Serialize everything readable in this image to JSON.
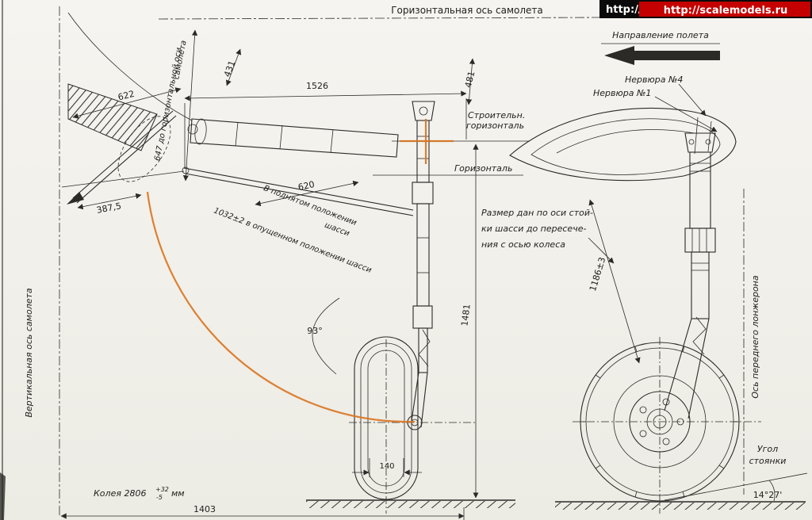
{
  "watermark": {
    "prefix": "http://",
    "site": "http://scalemodels.ru"
  },
  "title": "Горизонтальная ось самолета",
  "right_view": {
    "flight_direction": "Направление полета",
    "rib4": "Нервюра №4",
    "rib1": "Нервюра №1",
    "front_spar_axis": "Ось переднего лонжерона",
    "parking_angle_line1": "Угол",
    "parking_angle_line2": "стоянки",
    "parking_angle_value": "14°27'",
    "dim_1186": "1186±3"
  },
  "center": {
    "build_horizontal_line1": "Строительн.",
    "build_horizontal_line2": "горизонталь",
    "horizontal": "Горизонталь",
    "note_line1": "Размер дан по оси стой-",
    "note_line2": "ки шасси до пересече-",
    "note_line3": "ния с осью колеса"
  },
  "left_view": {
    "vertical_axis": "Вертикальная ось самолета",
    "dim_622": "622",
    "dim_431": "431",
    "dim_1526": "1526",
    "dim_481": "481",
    "dim_620": "620",
    "dim_3875": "387,5",
    "dim_647_line1": "647 до горизонтальной оси",
    "dim_647_line2": "самолета",
    "raised_line1": "В поднятом положении",
    "raised_line2": "шасси",
    "lowered": "1032±2 в опущенном положении шасси",
    "angle_93": "93°",
    "dim_140": "140",
    "dim_1481": "1481",
    "dim_1403": "1403",
    "track_label": "Колея 2806",
    "track_tol_plus": "+32",
    "track_tol_minus": "-5",
    "track_units": "мм"
  }
}
